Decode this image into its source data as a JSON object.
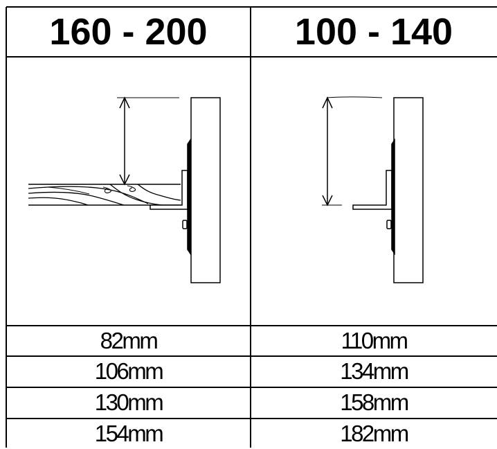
{
  "table": {
    "headers": [
      "160 - 200",
      "100 - 140"
    ],
    "rows": [
      [
        "82mm",
        "110mm"
      ],
      [
        "106mm",
        "134mm"
      ],
      [
        "130mm",
        "158mm"
      ],
      [
        "154mm",
        "182mm"
      ]
    ]
  }
}
